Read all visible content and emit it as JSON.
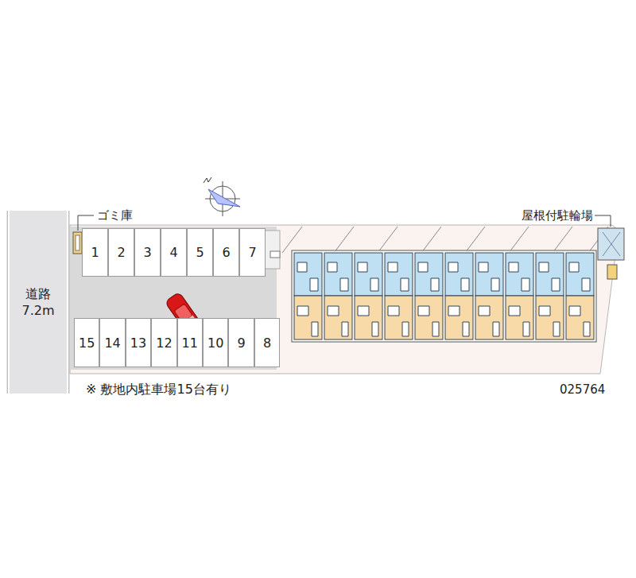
{
  "diagram": {
    "nodes": [
      {
        "text": [
          "道路 7.2m"
        ]
      },
      {
        "text": [
          "1"
        ]
      },
      {
        "text": [
          "2"
        ]
      },
      {
        "text": [
          "3"
        ]
      },
      {
        "text": [
          "4"
        ]
      },
      {
        "text": [
          "5"
        ]
      },
      {
        "text": [
          "6"
        ]
      },
      {
        "text": [
          "7"
        ]
      },
      {
        "text": [
          "15"
        ]
      },
      {
        "text": [
          "14"
        ]
      },
      {
        "text": [
          "13"
        ]
      },
      {
        "text": [
          "12"
        ]
      },
      {
        "text": [
          "11"
        ]
      },
      {
        "text": [
          "10"
        ]
      },
      {
        "text": [
          "9"
        ]
      },
      {
        "text": [
          "8"
        ]
      }
    ],
    "labels": [
      "ゴミ庫",
      "屋根付駐輪場",
      "※ 敷地内駐車場15台有り",
      "025764"
    ]
  }
}
